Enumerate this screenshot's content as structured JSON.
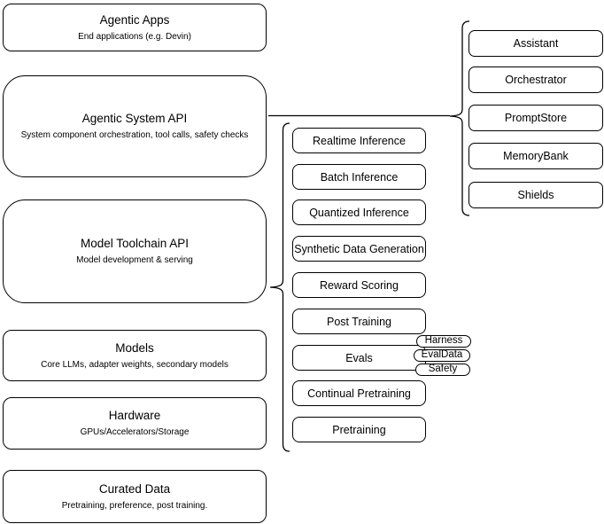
{
  "diagram": {
    "colors": {
      "stroke": "#000000",
      "background": "#ffffff"
    },
    "stack": [
      {
        "title": "Agentic Apps",
        "subtitle": "End applications (e.g. Devin)"
      },
      {
        "title": "Agentic System API",
        "subtitle": "System component orchestration, tool calls, safety checks"
      },
      {
        "title": "Model Toolchain API",
        "subtitle": "Model development & serving"
      },
      {
        "title": "Models",
        "subtitle": "Core LLMs, adapter weights, secondary models"
      },
      {
        "title": "Hardware",
        "subtitle": "GPUs/Accelerators/Storage"
      },
      {
        "title": "Curated Data",
        "subtitle": "Pretraining, preference, post training."
      }
    ],
    "toolchain_items": [
      "Realtime Inference",
      "Batch Inference",
      "Quantized Inference",
      "Synthetic Data Generation",
      "Reward Scoring",
      "Post Training",
      "Evals",
      "Continual Pretraining",
      "Pretraining"
    ],
    "eval_tags": [
      "Harness",
      "EvalData",
      "Safety"
    ],
    "system_components": [
      "Assistant",
      "Orchestrator",
      "PromptStore",
      "MemoryBank",
      "Shields"
    ]
  }
}
